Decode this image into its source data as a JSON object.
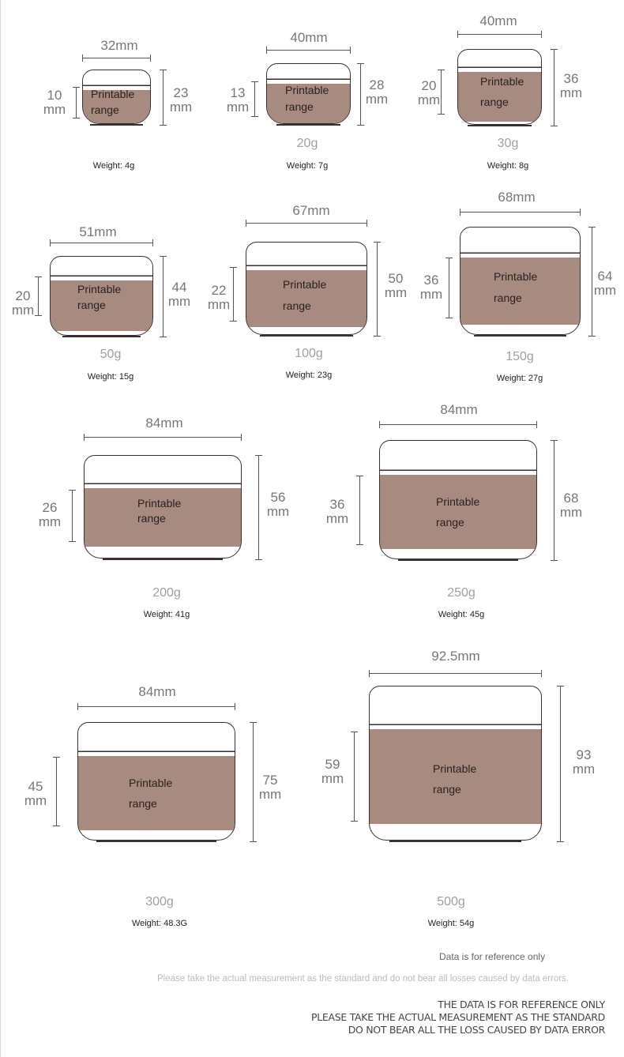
{
  "printable_label": "Printable",
  "range_label": "range",
  "colors": {
    "printable_band": "#a78b80",
    "outline": "#3a3030"
  },
  "jars": [
    {
      "capacity": "",
      "width": "32mm",
      "height": "23",
      "printable_height": "10",
      "unit": "mm",
      "weight": "Weight: 4g"
    },
    {
      "capacity": "20g",
      "width": "40mm",
      "height": "28",
      "printable_height": "13",
      "unit": "mm",
      "weight": "Weight: 7g"
    },
    {
      "capacity": "30g",
      "width": "40mm",
      "height": "36",
      "printable_height": "20",
      "unit": "mm",
      "weight": "Weight: 8g"
    },
    {
      "capacity": "50g",
      "width": "51mm",
      "height": "44",
      "printable_height": "20",
      "unit": "mm",
      "weight": "Weight: 15g"
    },
    {
      "capacity": "100g",
      "width": "67mm",
      "height": "50",
      "printable_height": "22",
      "unit": "mm",
      "weight": "Weight: 23g"
    },
    {
      "capacity": "150g",
      "width": "68mm",
      "height": "64",
      "printable_height": "36",
      "unit": "mm",
      "weight": "Weight: 27g"
    },
    {
      "capacity": "200g",
      "width": "84mm",
      "height": "56",
      "printable_height": "26",
      "unit": "mm",
      "weight": "Weight: 41g"
    },
    {
      "capacity": "250g",
      "width": "84mm",
      "height": "68",
      "printable_height": "36",
      "unit": "mm",
      "weight": "Weight: 45g"
    },
    {
      "capacity": "300g",
      "width": "84mm",
      "height": "75",
      "printable_height": "45",
      "unit": "mm",
      "weight": "Weight: 48.3G"
    },
    {
      "capacity": "500g",
      "width": "92.5mm",
      "height": "93",
      "printable_height": "59",
      "unit": "mm",
      "weight": "Weight: 54g"
    }
  ],
  "notes": {
    "reference": "Data is for reference only",
    "disclaimer": "Please take the actual measurement as the standard and do not bear all losses caused by data errors.",
    "caps": [
      "THE DATA IS FOR REFERENCE ONLY",
      "PLEASE TAKE THE ACTUAL MEASUREMENT AS THE STANDARD",
      "DO NOT BEAR ALL THE LOSS CAUSED BY DATA ERROR"
    ]
  }
}
